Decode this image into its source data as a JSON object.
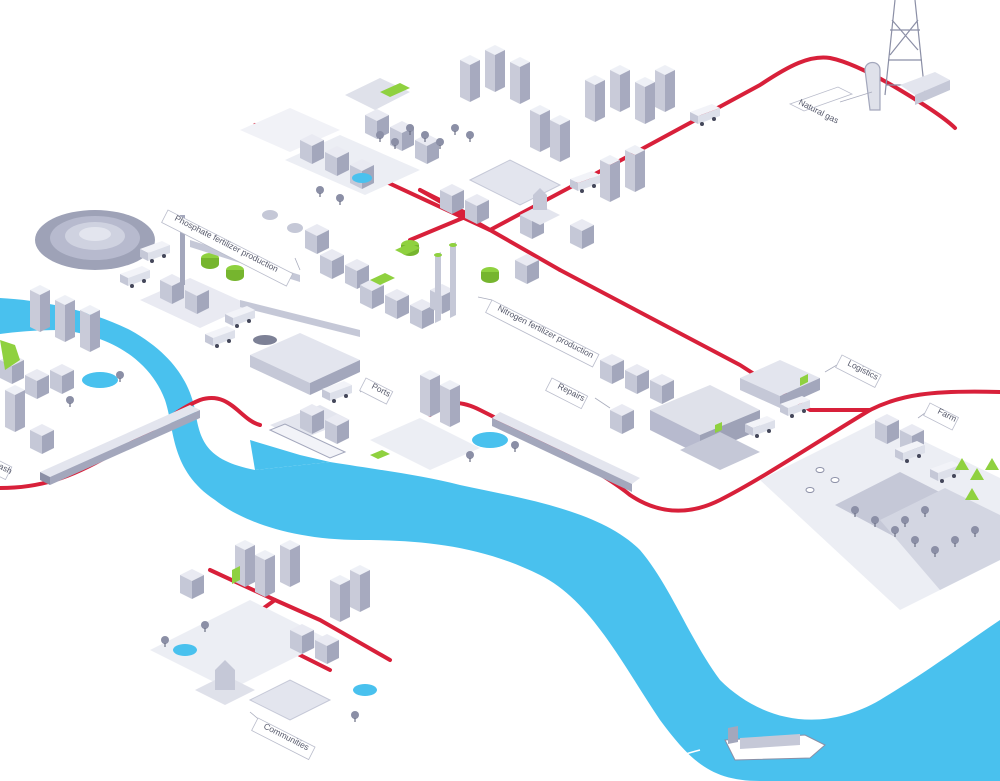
{
  "labels": {
    "natural_gas": "Natural gas",
    "phosphate": "Phosphate fertilizer production",
    "nitrogen": "Nitrogen fertilizer production",
    "ports": "Ports",
    "repairs": "Repairs",
    "logistics": "Logistics",
    "farm": "Farm",
    "communities": "Communities",
    "left_edge": "ash"
  },
  "colors": {
    "route": "#d8203a",
    "river": "#49c1ee",
    "accent": "#8fd13f",
    "building_top": "#e9eaf2",
    "building_left": "#c5c8d7",
    "building_right": "#a3a7bc"
  }
}
